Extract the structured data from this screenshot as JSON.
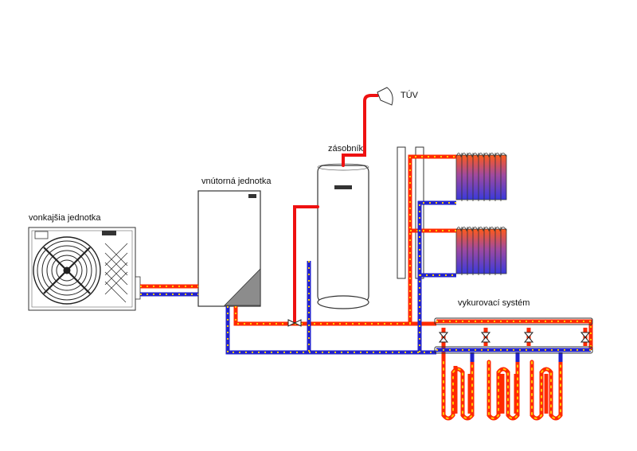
{
  "labels": {
    "outdoor_unit": "vonkajšia jednotka",
    "indoor_unit": "vnútorná jednotka",
    "tank": "zásobník",
    "hot_water": "TÚV",
    "heating_system": "vykurovací systém"
  },
  "colors": {
    "supply_pipe": "#ff2a00",
    "supply_dots": "#ffcc00",
    "return_pipe": "#2222cc",
    "return_dots": "#ffcc00",
    "hot_water_pipe": "#ee1111",
    "outline": "#333333",
    "radiator_fill": "#6a6acc"
  }
}
